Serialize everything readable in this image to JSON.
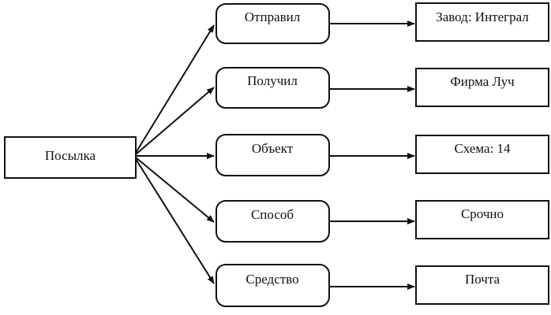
{
  "root": {
    "label": "Посылка"
  },
  "slots": [
    {
      "label": "Отправил",
      "value": "Завод: Интеграл"
    },
    {
      "label": "Получил",
      "value": "Фирма Луч"
    },
    {
      "label": "Объект",
      "value": "Схема: 14"
    },
    {
      "label": "Способ",
      "value": "Срочно"
    },
    {
      "label": "Средство",
      "value": "Почта"
    }
  ]
}
